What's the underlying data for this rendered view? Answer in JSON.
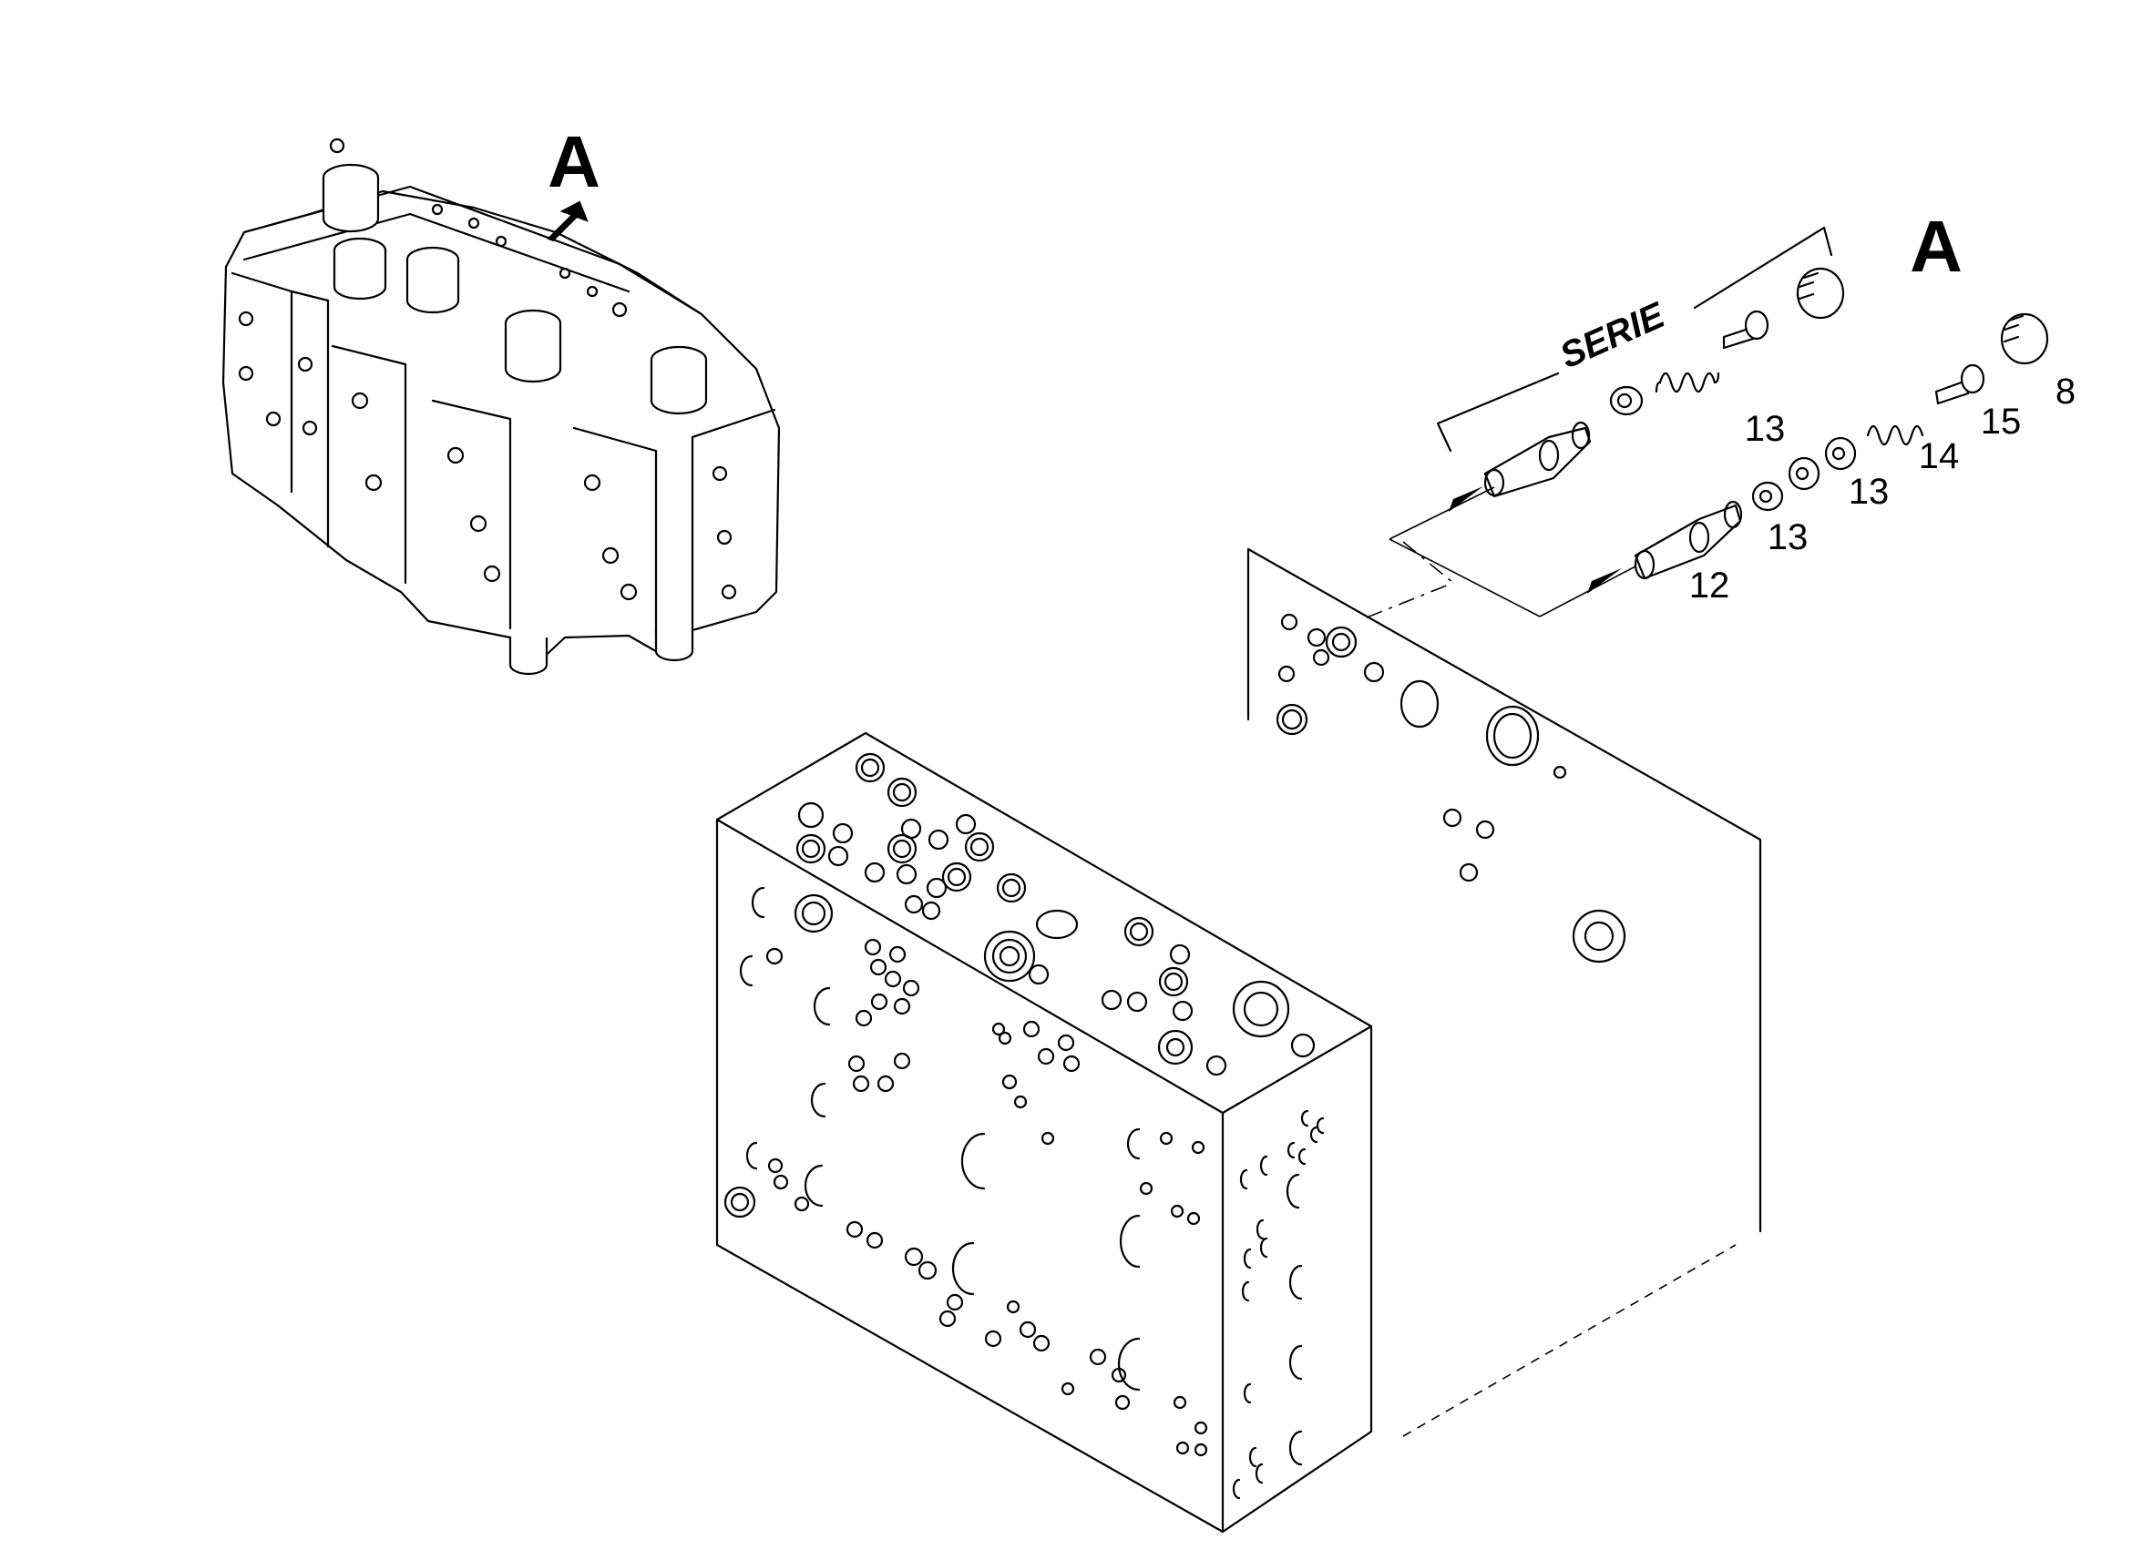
{
  "view_labels": {
    "assembly_view": "A",
    "detail_view": "A"
  },
  "group_label": "SERIE",
  "callouts": [
    {
      "id": "8",
      "text": "8"
    },
    {
      "id": "12",
      "text": "12"
    },
    {
      "id": "13a",
      "text": "13"
    },
    {
      "id": "13b",
      "text": "13"
    },
    {
      "id": "13c",
      "text": "13"
    },
    {
      "id": "14",
      "text": "14"
    },
    {
      "id": "15",
      "text": "15"
    }
  ],
  "colors": {
    "line": "#000000",
    "background": "#ffffff"
  }
}
